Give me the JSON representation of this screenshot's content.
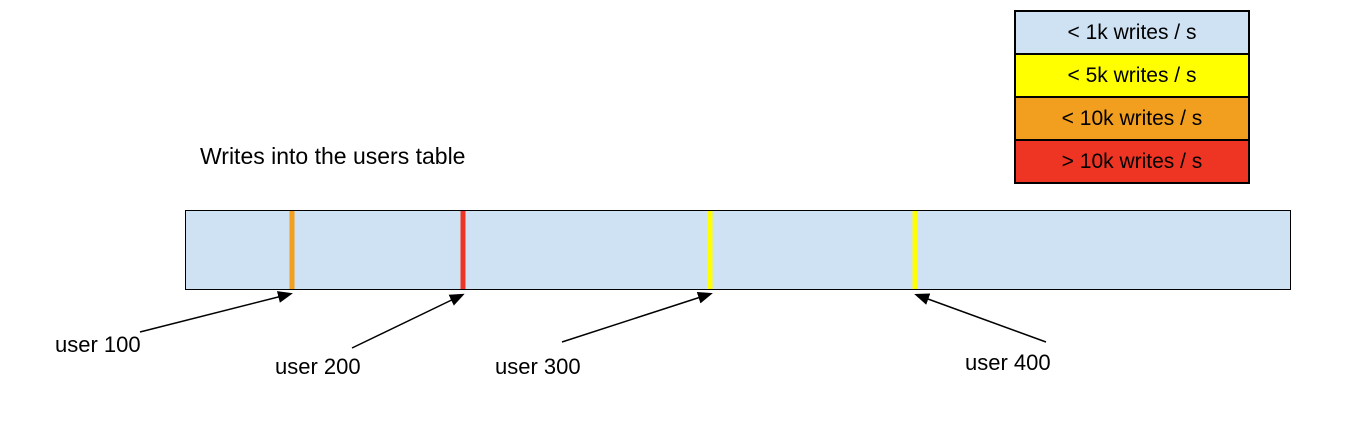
{
  "title": "Writes into the users table",
  "legend": {
    "items": [
      {
        "label": "< 1k writes / s",
        "color": "#cfe2f3"
      },
      {
        "label": "< 5k writes / s",
        "color": "#ffff00"
      },
      {
        "label": "< 10k writes / s",
        "color": "#f29e1f"
      },
      {
        "label": "> 10k writes / s",
        "color": "#ee3524"
      }
    ]
  },
  "bar": {
    "fill": "#cfe2f3",
    "markers": [
      {
        "label": "user 100",
        "color": "#f29e1f",
        "position_pct": 9.6
      },
      {
        "label": "user 200",
        "color": "#ee3524",
        "position_pct": 25.1
      },
      {
        "label": "user 300",
        "color": "#ffff00",
        "position_pct": 47.5
      },
      {
        "label": "user 400",
        "color": "#ffff00",
        "position_pct": 66.0
      }
    ]
  },
  "labels": {
    "user100": "user 100",
    "user200": "user 200",
    "user300": "user 300",
    "user400": "user 400"
  }
}
